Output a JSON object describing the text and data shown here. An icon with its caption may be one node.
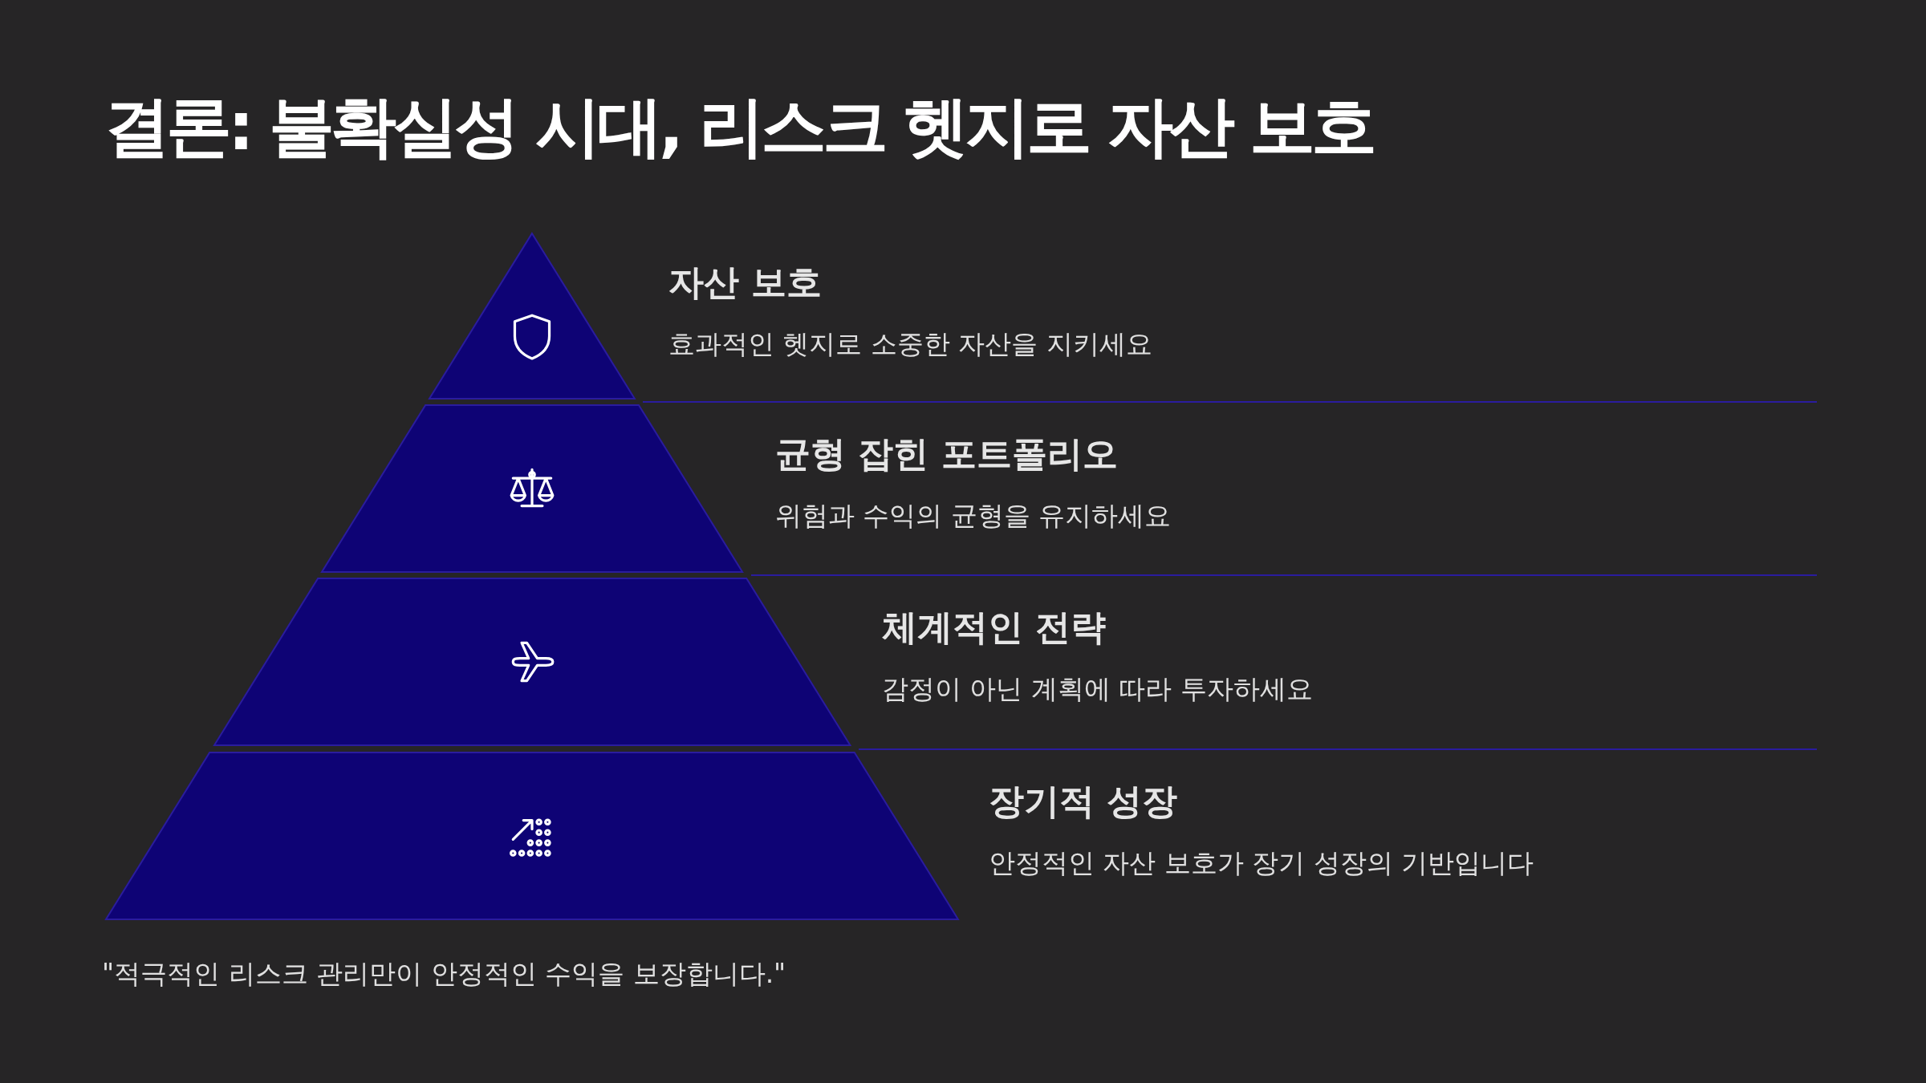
{
  "diagram": {
    "title": "결론: 불확실성 시대, 리스크 헷지로 자산 보호",
    "nodes": [
      {
        "text": [],
        "shape": "triangle",
        "beside": [
          "자산 보호",
          "효과적인 헷지로 소중한 자산을 지키세요"
        ]
      },
      {
        "text": [],
        "shape": "trapezoid",
        "beside": [
          "균형 잡힌 포트폴리오",
          "위험과 수익의 균형을 유지하세요"
        ]
      },
      {
        "text": [],
        "shape": "trapezoid",
        "beside": [
          "체계적인 전략",
          "감정이 아닌 계획에 따라 투자하세요"
        ]
      },
      {
        "text": [],
        "shape": "trapezoid",
        "beside": [
          "장기적 성장",
          "안정적인 자산 보호가 장기 성장의 기반입니다"
        ]
      }
    ],
    "labels": [
      "\"적극적인 리스크 관리만이 안정적인 수익을 보장합니다.\""
    ]
  }
}
